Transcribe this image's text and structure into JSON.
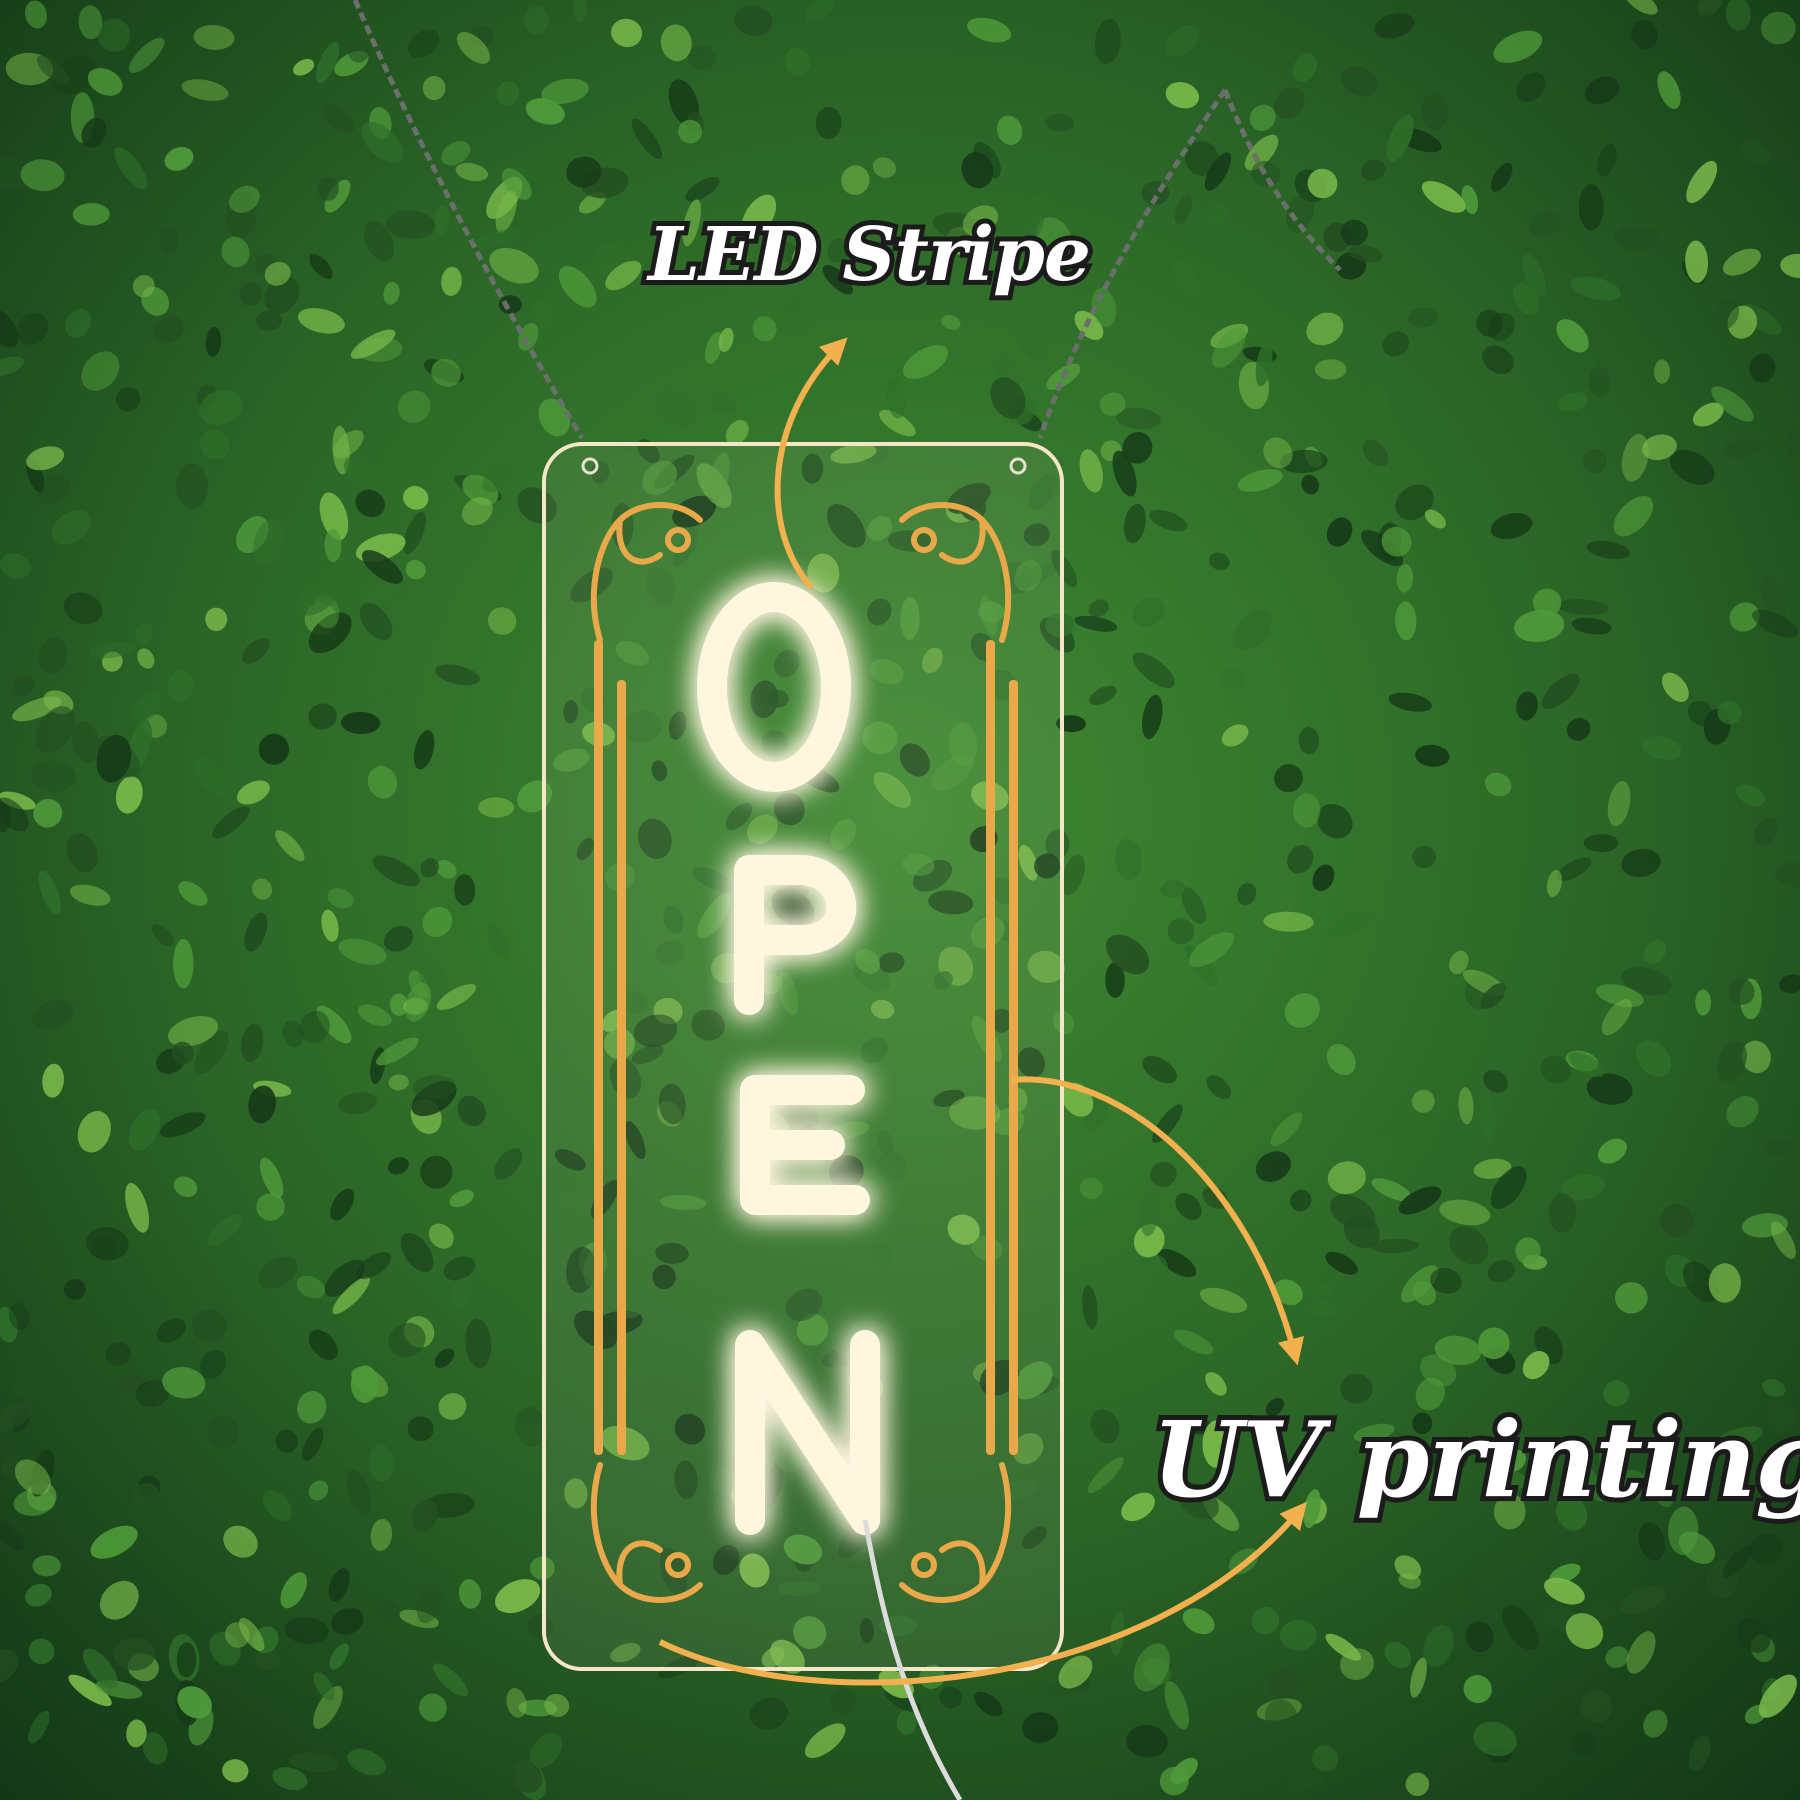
{
  "sign": {
    "word": "OPEN",
    "letters": [
      "O",
      "P",
      "E",
      "N"
    ]
  },
  "annotations": {
    "led_label": "LED Stripe",
    "uv_label": "UV printing"
  },
  "colors": {
    "foliage_dark": "#163a18",
    "foliage_mid": "#2f6f2a",
    "foliage_light": "#79b84a",
    "neon": "#fff6e0",
    "gold_print": "#e9a94a",
    "arrow": "#f3b04e"
  },
  "icons": {
    "ornament": "corner-flourish-icon",
    "arrow": "curved-arrow-icon"
  }
}
